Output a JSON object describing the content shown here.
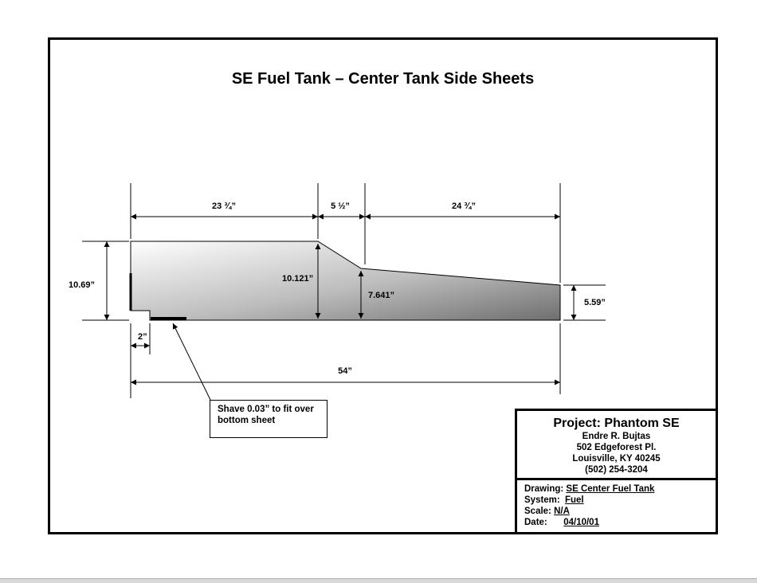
{
  "title": "SE Fuel Tank – Center Tank Side Sheets",
  "dimensions": {
    "top_left": "23 ¾”",
    "top_middle": "5 ½”",
    "top_right": "24 ¾”",
    "left_height": "10.69”",
    "inner_height_1": "10.121”",
    "inner_height_2": "7.641”",
    "right_height": "5.59”",
    "notch_width": "2”",
    "overall_length": "54”"
  },
  "callout": {
    "line1": "Shave 0.03” to fit over",
    "line2": "bottom sheet"
  },
  "title_block": {
    "project": "Project: Phantom SE",
    "name": "Endre R. Bujtas",
    "street": "502 Edgeforest Pl.",
    "city": "Louisville, KY 40245",
    "phone": "(502) 254-3204",
    "drawing_label": "Drawing:",
    "drawing_value": "SE Center Fuel Tank",
    "system_label": "System:",
    "system_value": "Fuel",
    "scale_label": "Scale:",
    "scale_value": "N/A",
    "date_label": "Date:",
    "date_value": "04/10/01"
  }
}
